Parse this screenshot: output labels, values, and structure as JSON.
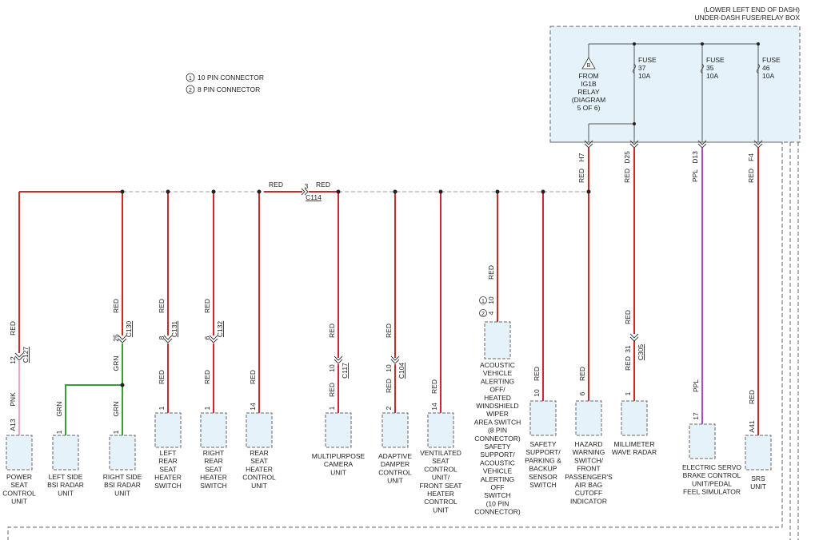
{
  "fusebox_title": [
    "(LOWER LEFT END OF DASH)",
    "UNDER-DASH FUSE/RELAY BOX"
  ],
  "legend": {
    "items": [
      {
        "num": "1",
        "text": "10 PIN CONNECTOR"
      },
      {
        "num": "2",
        "text": "8 PIN CONNECTOR"
      }
    ]
  },
  "relay": {
    "symbol": "B",
    "caption": [
      "FROM",
      "IG1B",
      "RELAY",
      "(DIAGRAM",
      "5 OF 6)"
    ]
  },
  "fuses": [
    {
      "caption": [
        "FUSE",
        "37",
        "10A"
      ],
      "terminal": "H7",
      "wire_color": "RED"
    },
    {
      "caption": [
        "FUSE",
        "37",
        "10A"
      ],
      "terminal": "D25",
      "wire_color": "RED"
    },
    {
      "caption": [
        "FUSE",
        "35",
        "10A"
      ],
      "terminal": "D13",
      "wire_color": "PPL"
    },
    {
      "caption": [
        "FUSE",
        "46",
        "10A"
      ],
      "terminal": "F4",
      "wire_color": "RED"
    }
  ],
  "splice": {
    "pin": "3",
    "connector": "C114",
    "wire_left": "RED",
    "wire_right": "RED"
  },
  "components": {
    "power_seat": {
      "name": [
        "POWER",
        "SEAT",
        "CONTROL",
        "UNIT"
      ],
      "pin": "A13",
      "wire": "PNK",
      "conn_pin": "12",
      "conn": "C127",
      "wire2": "RED"
    },
    "left_bsi": {
      "name": [
        "LEFT SIDE",
        "BSI RADAR",
        "UNIT"
      ],
      "pin": "1",
      "wire": "GRN"
    },
    "right_bsi": {
      "name": [
        "RIGHT SIDE",
        "BSI RADAR",
        "UNIT"
      ],
      "pin": "1",
      "wire": "GRN",
      "wire_mid": "GRN",
      "conn_pin": "25",
      "conn": "C130",
      "wire2": "RED"
    },
    "left_heater": {
      "name": [
        "LEFT",
        "REAR",
        "SEAT",
        "HEATER",
        "SWITCH"
      ],
      "pin": "1",
      "wire": "RED",
      "conn_pin": "8",
      "conn": "C131",
      "wire2": "RED"
    },
    "right_heater": {
      "name": [
        "RIGHT",
        "REAR",
        "SEAT",
        "HEATER",
        "SWITCH"
      ],
      "pin": "1",
      "wire": "RED",
      "conn_pin": "6",
      "conn": "C132",
      "wire2": "RED"
    },
    "rear_heater": {
      "name": [
        "REAR",
        "SEAT",
        "HEATER",
        "CONTROL",
        "UNIT"
      ],
      "pin": "14",
      "wire": "RED"
    },
    "camera": {
      "name": [
        "MULTIPURPOSE",
        "CAMERA",
        "UNIT"
      ],
      "pin": "1",
      "wire": "RED",
      "conn_pin": "10",
      "conn": "C117",
      "wire2": "RED"
    },
    "damper": {
      "name": [
        "ADAPTIVE",
        "DAMPER",
        "CONTROL",
        "UNIT"
      ],
      "pin": "2",
      "wire": "RED",
      "conn_pin": "10",
      "conn": "C104",
      "wire2": "RED"
    },
    "ventilated": {
      "name": [
        "VENTILATED",
        "SEAT",
        "CONTROL",
        "UNIT/",
        "FRONT SEAT",
        "HEATER",
        "CONTROL",
        "UNIT"
      ],
      "pin": "14",
      "wire": "RED"
    },
    "acoustic": {
      "name": [
        "ACOUSTIC",
        "VEHICLE",
        "ALERTING",
        "OFF/",
        "HEATED",
        "WINDSHIELD",
        "WIPER",
        "AREA SWITCH",
        "(8 PIN",
        "CONNECTOR)",
        "SAFETY",
        "SUPPORT/",
        "ACOUSTIC",
        "VEHICLE",
        "ALERTING",
        "OFF",
        "SWITCH",
        "(10 PIN",
        "CONNECTOR)"
      ],
      "pin1": "10",
      "pin2": "4",
      "wire": "RED"
    },
    "safety": {
      "name": [
        "SAFETY",
        "SUPPORT/",
        "PARKING &",
        "BACKUP",
        "SENSOR",
        "SWITCH"
      ],
      "pin": "10",
      "wire": "RED"
    },
    "hazard": {
      "name": [
        "HAZARD",
        "WARNING",
        "SWITCH/",
        "FRONT",
        "PASSENGER'S",
        "AIR BAG",
        "CUTOFF",
        "INDICATOR"
      ],
      "pin": "6",
      "wire": "RED"
    },
    "mmwave": {
      "name": [
        "MILLIMETER",
        "WAVE RADAR"
      ],
      "pin": "1",
      "wire": "RED",
      "conn_pin": "31",
      "conn": "C305",
      "wire2": "RED"
    },
    "servo": {
      "name": [
        "ELECTRIC SERVO",
        "BRAKE CONTROL",
        "UNIT/PEDAL",
        "FEEL SIMULATOR"
      ],
      "pin": "17",
      "wire": "PPL"
    },
    "srs": {
      "name": [
        "SRS",
        "UNIT"
      ],
      "pin": "A41",
      "wire": "RED"
    }
  },
  "colors": {
    "red": "#d32626",
    "pink": "#f3a3b7",
    "green": "#2ea52e",
    "purple": "#a94bc9",
    "box_fill": "#e6f2fa"
  }
}
